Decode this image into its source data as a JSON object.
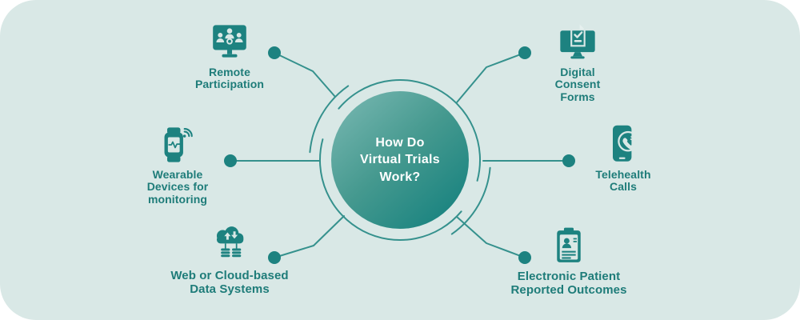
{
  "theme": {
    "page_bg": "#ffffff",
    "card_bg": "#d9e8e6",
    "teal": "#1d8280",
    "line": "#35918d",
    "text": "#1e7c79",
    "circle_from": "#7cbab4",
    "circle_mid": "#45998f",
    "circle_to": "#0f7e7c",
    "center_text": "#ffffff"
  },
  "center": {
    "title": "How Do\nVirtual Trials\nWork?"
  },
  "items": [
    {
      "id": "remote-participation",
      "icon": "video-conference-monitor-icon",
      "label": "Remote\nParticipation"
    },
    {
      "id": "digital-consent-forms",
      "icon": "consent-document-monitor-icon",
      "label": "Digital\nConsent\nForms"
    },
    {
      "id": "wearable-devices",
      "icon": "smartwatch-signal-icon",
      "label": "Wearable\nDevices for\nmonitoring"
    },
    {
      "id": "telehealth-calls",
      "icon": "smartphone-call-icon",
      "label": "Telehealth\nCalls"
    },
    {
      "id": "web-cloud-data-systems",
      "icon": "cloud-database-icon",
      "label": "Web or Cloud-based\nData Systems"
    },
    {
      "id": "electronic-patient-reported-outcomes",
      "icon": "patient-clipboard-icon",
      "label": "Electronic Patient\nReported Outcomes"
    }
  ]
}
